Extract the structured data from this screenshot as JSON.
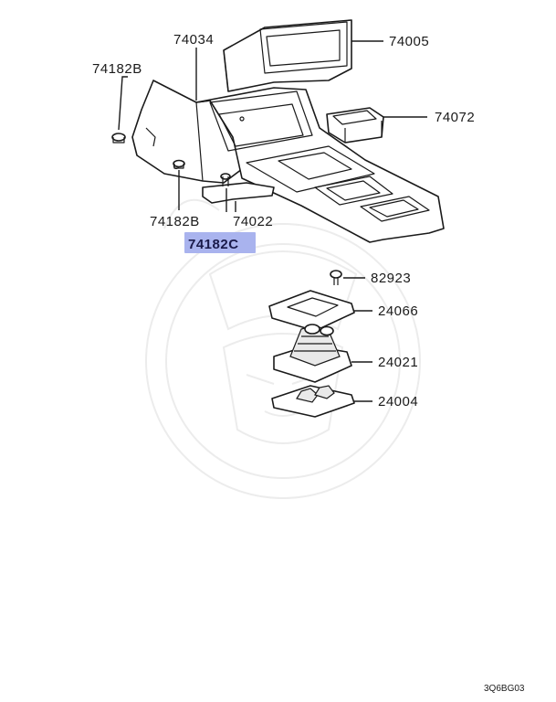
{
  "diagram": {
    "callouts": [
      {
        "id": "74034",
        "text": "74034"
      },
      {
        "id": "74005",
        "text": "74005"
      },
      {
        "id": "74182B-a",
        "text": "74182B"
      },
      {
        "id": "74072",
        "text": "74072"
      },
      {
        "id": "74182B-b",
        "text": "74182B"
      },
      {
        "id": "74022",
        "text": "74022"
      },
      {
        "id": "74182C",
        "text": "74182C"
      },
      {
        "id": "82923",
        "text": "82923"
      },
      {
        "id": "24066",
        "text": "24066"
      },
      {
        "id": "24021",
        "text": "24021"
      },
      {
        "id": "24004",
        "text": "24004"
      }
    ],
    "highlight_color": "#a9b3ee",
    "drawing_code": "3Q6BG03"
  }
}
